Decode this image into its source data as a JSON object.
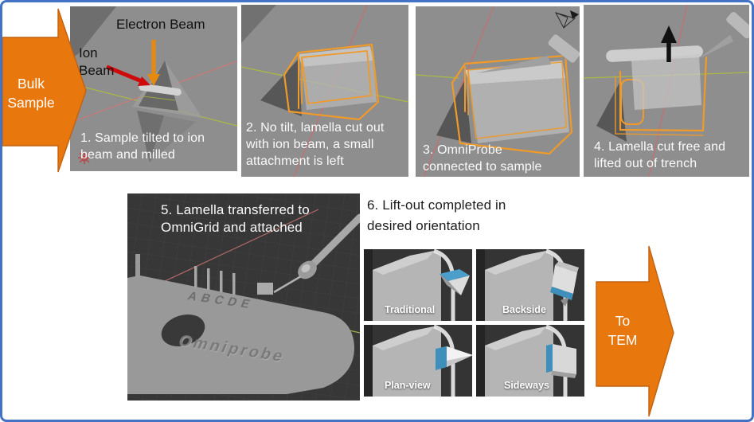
{
  "flow": {
    "start_label": "Bulk\nSample",
    "end_label": "To\nTEM"
  },
  "step1": {
    "caption": "1. Sample tilted to ion\nbeam and milled",
    "electron_beam_label": "Electron Beam",
    "ion_beam_label": "Ion\nBeam"
  },
  "step2": {
    "caption": "2. No tilt, lamella cut out\nwith ion beam, a small\nattachment is left"
  },
  "step3": {
    "caption": "3. OmniProbe\nconnected to sample"
  },
  "step4": {
    "caption": "4. Lamella cut free and\nlifted out of trench"
  },
  "step5": {
    "caption": "5. Lamella transferred to\nOmniGrid and attached",
    "grid_letters": "ABCDE",
    "grid_brand": "Omniprobe"
  },
  "step6": {
    "caption": "6. Lift-out completed in\ndesired orientation",
    "orientations": [
      "Traditional",
      "Backside",
      "Plan-view",
      "Sideways"
    ]
  },
  "colors": {
    "accent_orange": "#E8770E",
    "slide_border_blue": "#4472C4",
    "selection_orange": "#F09A29",
    "beam_arrow_red": "#CF0A0A",
    "beam_arrow_orange": "#E8890F",
    "lamella_blue": "#4A9EC9"
  }
}
